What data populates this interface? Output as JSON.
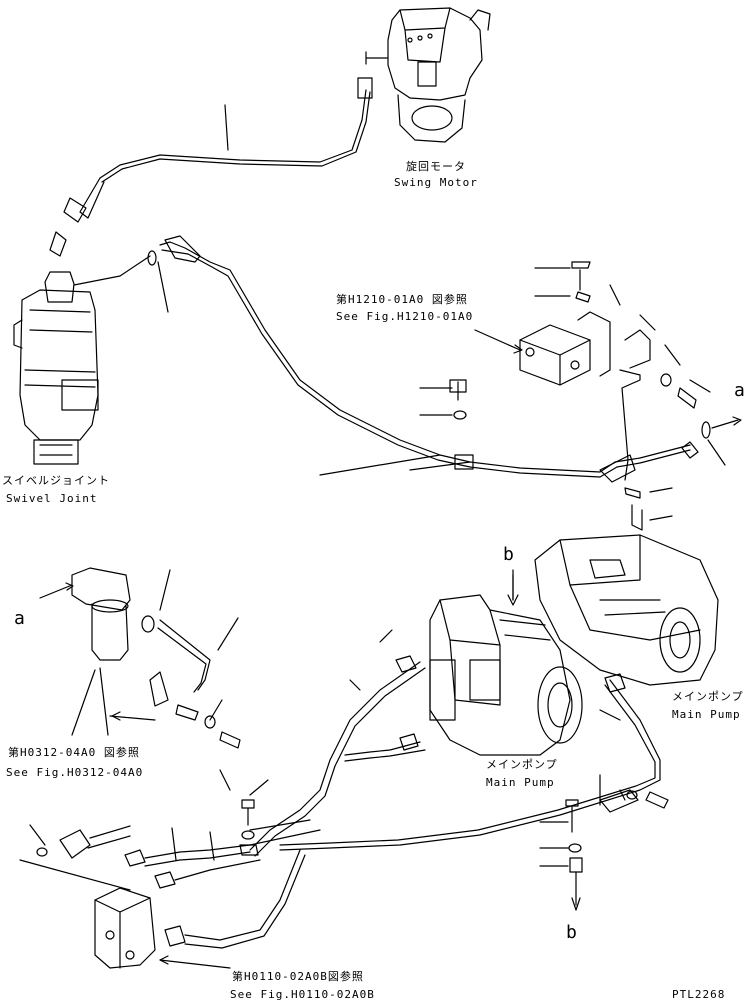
{
  "labels": {
    "swing_motor_jp": "旋回モータ",
    "swing_motor_en": "Swing Motor",
    "swivel_jp": "スイベルジョイント",
    "swivel_en": "Swivel Joint",
    "ref1_jp": "第H1210-01A0 図参照",
    "ref1_en": "See Fig.H1210-01A0",
    "ref2_jp": "第H0312-04A0 図参照",
    "ref2_en": "See Fig.H0312-04A0",
    "ref3_jp": "第H0110-02A0B図参照",
    "ref3_en": "See Fig.H0110-02A0B",
    "pump1_jp": "メインポンプ",
    "pump1_en": "Main Pump",
    "pump2_jp": "メインポンプ",
    "pump2_en": "Main Pump",
    "arrow_a_right": "a",
    "arrow_a_left": "a",
    "arrow_b_top": "b",
    "arrow_b_bottom": "b",
    "drawing_code": "PTL2268"
  }
}
